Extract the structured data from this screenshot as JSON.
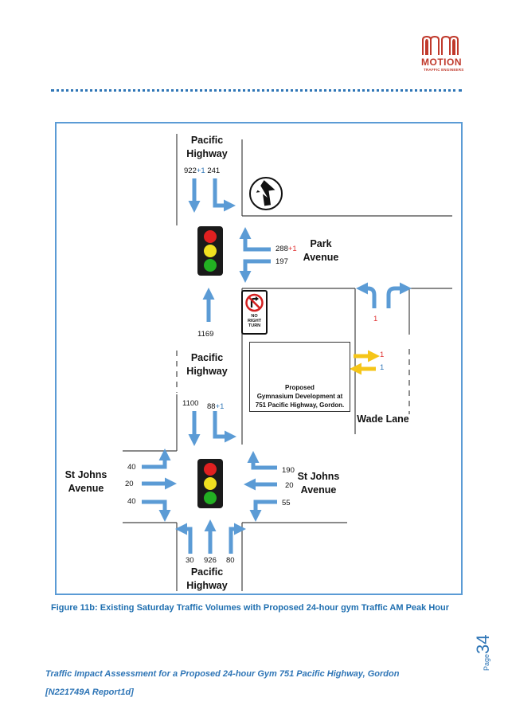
{
  "logo": {
    "name": "MOTION",
    "sub": "TRAFFIC ENGINEERS"
  },
  "diagram": {
    "north_road": [
      "Pacific",
      "Highway"
    ],
    "north_counts": {
      "left": "922",
      "left_extra": "+1",
      "right": "241"
    },
    "park_avenue": [
      "Park",
      "Avenue"
    ],
    "park_counts": {
      "upper": "288",
      "upper_extra": "+1",
      "lower": "197"
    },
    "north_approach": "1169",
    "wade_upper": "1",
    "mid_road": [
      "Pacific",
      "Highway"
    ],
    "mid_counts": {
      "left": "1100",
      "right": "88",
      "right_extra": "+1"
    },
    "gym_in": "1",
    "gym_out": "1",
    "sign_text": [
      "NO",
      "RIGHT",
      "TURN"
    ],
    "development": [
      "Proposed",
      "Gymnasium Development at",
      "751 Pacific Highway, Gordon."
    ],
    "wade_lane": "Wade Lane",
    "st_johns_west": [
      "St Johns",
      "Avenue"
    ],
    "west_counts": [
      "40",
      "20",
      "40"
    ],
    "st_johns_east": [
      "St Johns",
      "Avenue"
    ],
    "east_counts": [
      "190",
      "20",
      "55"
    ],
    "south_counts": [
      "30",
      "926",
      "80"
    ],
    "south_road": [
      "Pacific",
      "Highway"
    ],
    "colors": {
      "arrow": "#5b9bd5",
      "gym_arrow": "#f5c518",
      "red": "#e03030",
      "blue": "#2e75b6"
    }
  },
  "caption": "Figure 11b: Existing Saturday Traffic Volumes with Proposed 24-hour gym Traffic AM Peak Hour",
  "page": {
    "label": "Page",
    "number": "34"
  },
  "footer": {
    "line1": "Traffic Impact Assessment for a Proposed 24-hour Gym 751 Pacific Highway, Gordon",
    "line2": "[N221749A Report1d]"
  }
}
